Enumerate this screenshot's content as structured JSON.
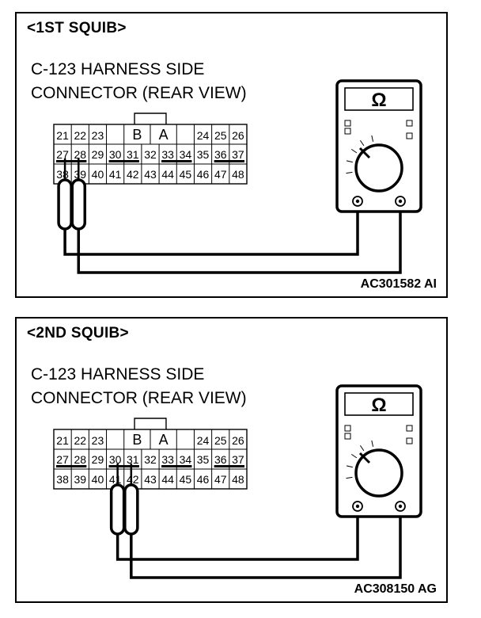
{
  "panels": [
    {
      "title": "<1ST SQUIB>",
      "label_line1": "C-123 HARNESS SIDE",
      "label_line2": "CONNECTOR (REAR VIEW)",
      "code": "AC301582 AI",
      "connector": {
        "row1": [
          "21",
          "22",
          "23",
          "",
          "B",
          "A",
          "",
          "24",
          "25",
          "26"
        ],
        "row2": [
          "27",
          "28",
          "29",
          "30",
          "31",
          "32",
          "33",
          "34",
          "35",
          "36",
          "37"
        ],
        "row3": [
          "38",
          "39",
          "40",
          "41",
          "42",
          "43",
          "44",
          "45",
          "46",
          "47",
          "48"
        ],
        "probe_pins": [
          "27",
          "28"
        ]
      },
      "meter": {
        "symbol": "Ω"
      }
    },
    {
      "title": "<2ND SQUIB>",
      "label_line1": "C-123 HARNESS SIDE",
      "label_line2": "CONNECTOR (REAR VIEW)",
      "code": "AC308150 AG",
      "connector": {
        "row1": [
          "21",
          "22",
          "23",
          "",
          "B",
          "A",
          "",
          "24",
          "25",
          "26"
        ],
        "row2": [
          "27",
          "28",
          "29",
          "30",
          "31",
          "32",
          "33",
          "34",
          "35",
          "36",
          "37"
        ],
        "row3": [
          "38",
          "39",
          "40",
          "41",
          "42",
          "43",
          "44",
          "45",
          "46",
          "47",
          "48"
        ],
        "probe_pins": [
          "30",
          "31"
        ]
      },
      "meter": {
        "symbol": "Ω"
      }
    }
  ]
}
